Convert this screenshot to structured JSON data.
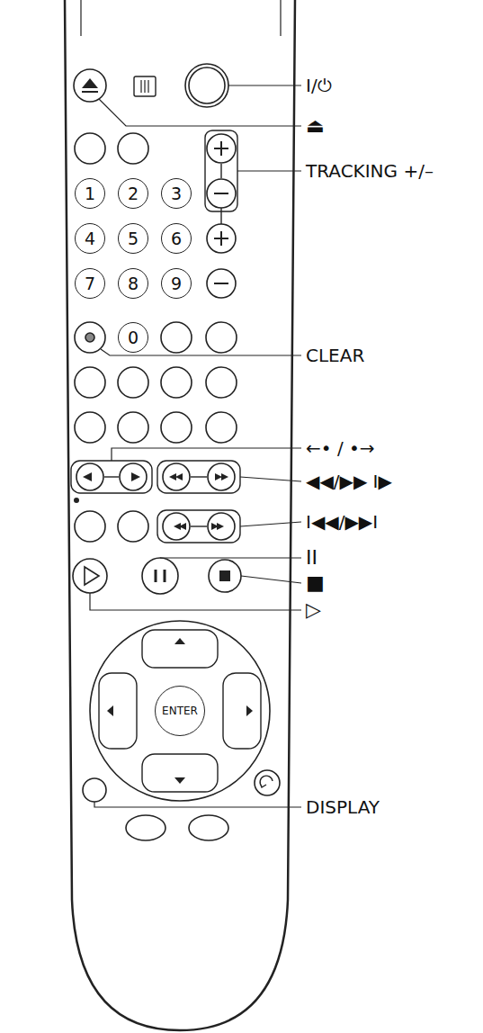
{
  "diagram": {
    "nodes": [
      {
        "text": [
          "1"
        ]
      },
      {
        "text": [
          "2"
        ]
      },
      {
        "text": [
          "3"
        ]
      },
      {
        "text": [
          "4"
        ]
      },
      {
        "text": [
          "5"
        ]
      },
      {
        "text": [
          "6"
        ]
      },
      {
        "text": [
          "7"
        ]
      },
      {
        "text": [
          "8"
        ]
      },
      {
        "text": [
          "9"
        ]
      },
      {
        "text": [
          "0"
        ]
      },
      {
        "text": [
          "ENTER"
        ]
      }
    ],
    "labels": [
      "I/⏻",
      "⏏",
      "TRACKING +/–",
      "CLEAR",
      "←• / •→",
      "◀◀/▶▶ I▶",
      "I◀◀/▶▶I",
      "II",
      "■",
      "▷",
      "DISPLAY"
    ]
  }
}
